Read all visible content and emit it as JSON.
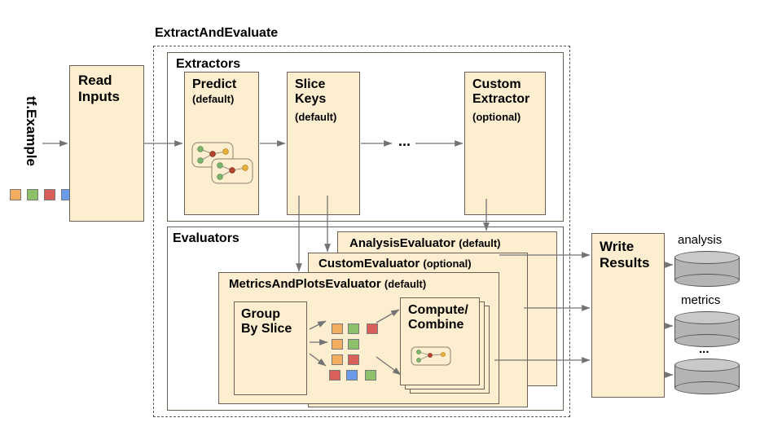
{
  "diagram": {
    "title_input": "tf.Example",
    "pipeline_group_label": "ExtractAndEvaluate",
    "read_inputs": {
      "line1": "Read",
      "line2": "Inputs"
    },
    "extractors": {
      "section_label": "Extractors",
      "items": [
        {
          "name": "Predict",
          "qualifier": "(default)",
          "has_graphic": "graph-pair-icon"
        },
        {
          "name_line1": "Slice",
          "name_line2": "Keys",
          "qualifier": "(default)"
        },
        {
          "ellipsis": "..."
        },
        {
          "name_line1": "Custom",
          "name_line2": "Extractor",
          "qualifier": "(optional)"
        }
      ]
    },
    "evaluators": {
      "section_label": "Evaluators",
      "stack": [
        {
          "name": "AnalysisEvaluator",
          "qualifier": "(default)"
        },
        {
          "name": "CustomEvaluator",
          "qualifier": "(optional)"
        },
        {
          "name": "MetricsAndPlotsEvaluator",
          "qualifier": "(default)"
        }
      ],
      "group_by_slice": {
        "line1": "Group",
        "line2": "By Slice"
      },
      "compute_combine": {
        "line1": "Compute/",
        "line2": "Combine",
        "has_graphic": "graph-single-icon"
      },
      "slice_grid": [
        [
          "orange",
          "green",
          "red"
        ],
        [
          "orange",
          "green"
        ],
        [
          "orange",
          "red"
        ],
        [
          "red",
          "blue",
          "green"
        ]
      ]
    },
    "write_results": {
      "line1": "Write",
      "line2": "Results"
    },
    "outputs": [
      {
        "label": "analysis",
        "shape": "cylinder"
      },
      {
        "label": "metrics",
        "shape": "cylinder"
      },
      {
        "label": "...",
        "shape": "cylinder"
      }
    ],
    "input_swatches": [
      "orange",
      "green",
      "red",
      "blue"
    ],
    "colors": {
      "box_fill": "#FDEECF",
      "box_stroke": "#6b6257",
      "panel_stroke": "#555555",
      "arrow": "#737373",
      "swatch_orange": "#F3AD60",
      "swatch_green": "#8CC06B",
      "swatch_red": "#D9605A",
      "swatch_blue": "#6A9BEB",
      "cylinder_fill": "#b4b4b4",
      "cylinder_top": "#c9c9c9"
    }
  }
}
